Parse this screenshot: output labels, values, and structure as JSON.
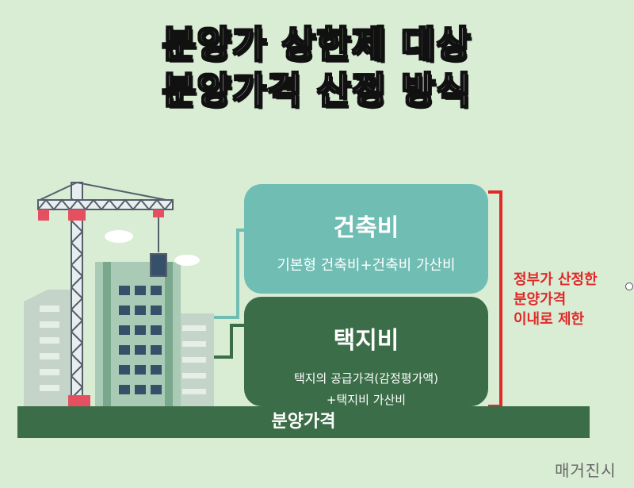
{
  "title": {
    "line1_highlight": "분양가 상한제",
    "line1_rest": " 대상",
    "line2": "분양가격 산정 방식"
  },
  "construction": {
    "title": "건축비",
    "subtitle": "기본형 건축비+건축비 가산비"
  },
  "land": {
    "title": "택지비",
    "subtitle_line1": "택지의 공급가격(감정평가액)",
    "subtitle_line2": "+택지비 가산비"
  },
  "ground_label": "분양가격",
  "gov_note": [
    "정부가 산정한",
    "분양가격",
    "이내로 제한"
  ],
  "watermark": "매거진시",
  "colors": {
    "background": "#d9ecd4",
    "title_highlight": "#88b86f",
    "construction_box": "#6fbdb3",
    "land_box": "#3b6e48",
    "note": "#e22828"
  }
}
